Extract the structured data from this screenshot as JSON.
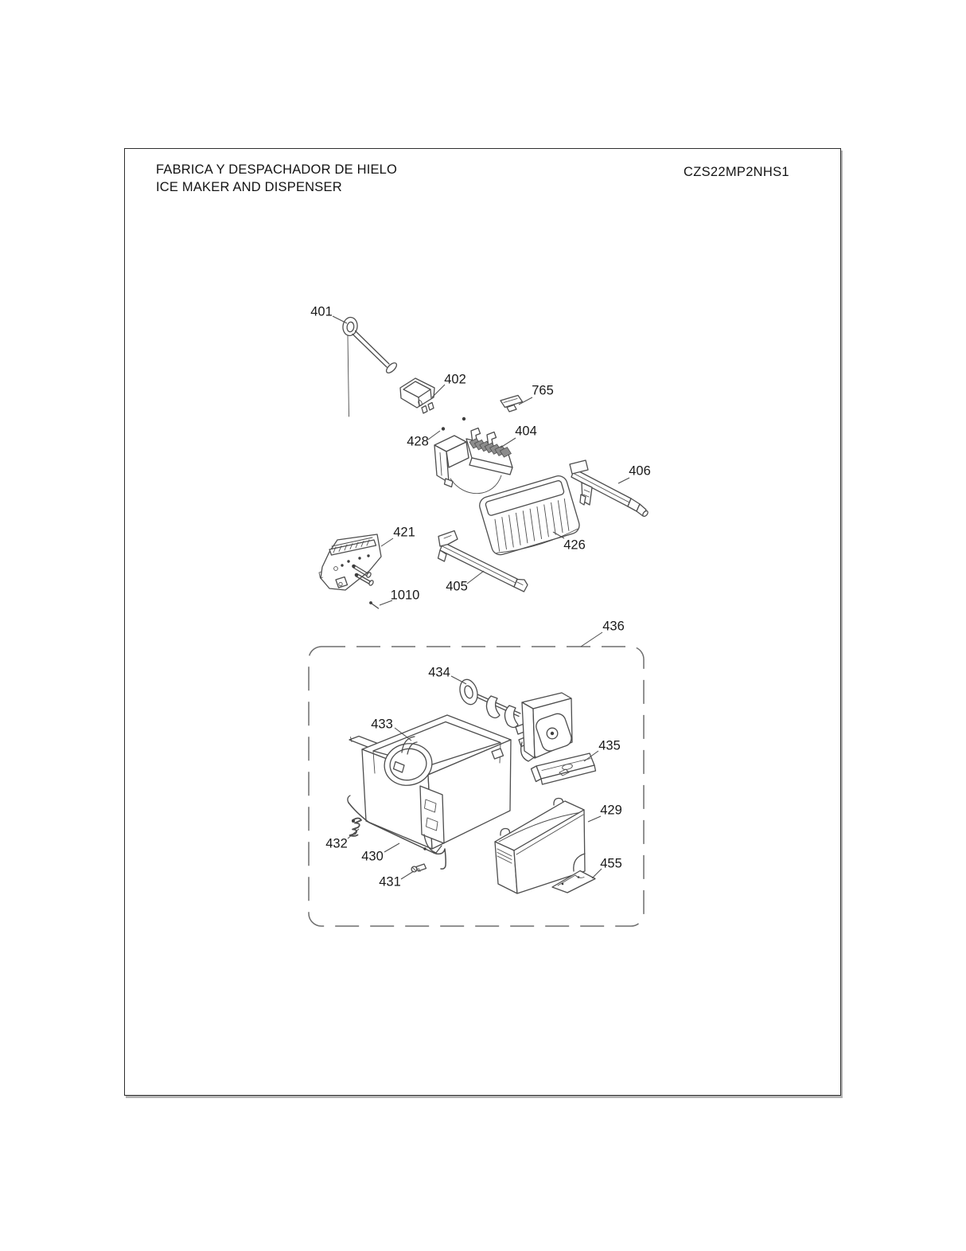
{
  "header": {
    "title_line1": "FABRICA Y DESPACHADOR DE HIELO",
    "title_line2": "ICE MAKER AND DISPENSER",
    "model": "CZS22MP2NHS1"
  },
  "diagram": {
    "callouts": [
      {
        "label": "401"
      },
      {
        "label": "402"
      },
      {
        "label": "765"
      },
      {
        "label": "404"
      },
      {
        "label": "428"
      },
      {
        "label": "406"
      },
      {
        "label": "421"
      },
      {
        "label": "426"
      },
      {
        "label": "405"
      },
      {
        "label": "1010"
      },
      {
        "label": "436"
      },
      {
        "label": "434"
      },
      {
        "label": "433"
      },
      {
        "label": "435"
      },
      {
        "label": "429"
      },
      {
        "label": "432"
      },
      {
        "label": "430"
      },
      {
        "label": "431"
      },
      {
        "label": "455"
      }
    ]
  }
}
